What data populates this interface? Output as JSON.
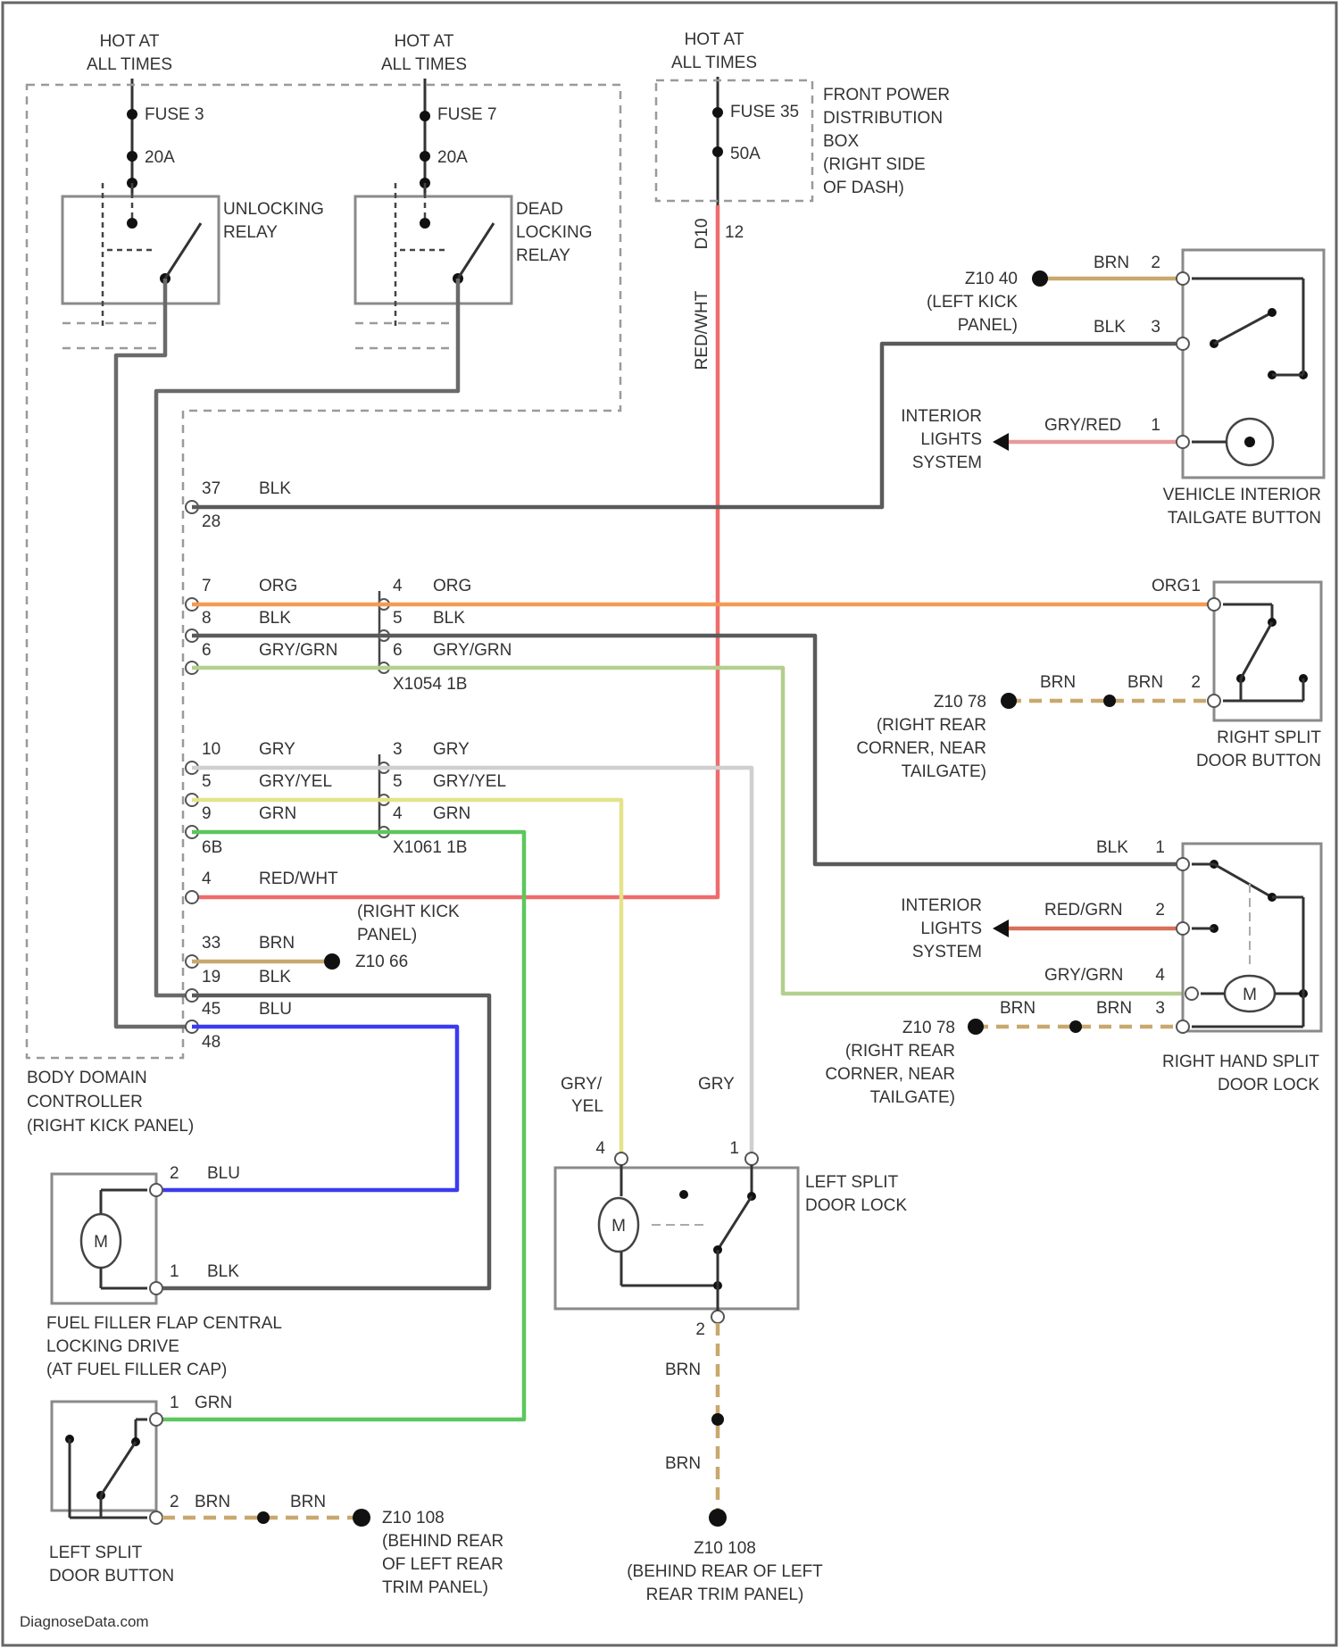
{
  "colors": {
    "BLK": "#5a5a5a",
    "ORG": "#f59a52",
    "GRY_GRN": "#b3cf8f",
    "GRY": "#cfcfcf",
    "GRY_YEL": "#e3e38a",
    "GRN": "#5cc75c",
    "RED_WHT": "#ee6c6c",
    "RED_GRN": "#d9705a",
    "GRY_RED": "#e89a9a",
    "BRN": "#c9a86e",
    "BLU": "#3b3bf0"
  },
  "power": [
    {
      "label": [
        "HOT AT",
        "ALL TIMES"
      ],
      "fuse": "FUSE 3",
      "rating": "20A"
    },
    {
      "label": [
        "HOT AT",
        "ALL TIMES"
      ],
      "fuse": "FUSE 7",
      "rating": "20A"
    },
    {
      "label": [
        "HOT AT",
        "ALL TIMES"
      ],
      "fuse": "FUSE 35",
      "rating": "50A"
    }
  ],
  "ppdb": [
    "FRONT POWER",
    "DISTRIBUTION",
    "BOX",
    "(RIGHT SIDE",
    "OF DASH)"
  ],
  "ppdb_wire": {
    "code": "D10",
    "color": "RED/WHT",
    "pin": "12"
  },
  "relays": [
    {
      "name": [
        "UNLOCKING",
        "RELAY"
      ]
    },
    {
      "name": [
        "DEAD",
        "LOCKING",
        "RELAY"
      ]
    }
  ],
  "bdc": {
    "name": [
      "BODY DOMAIN",
      "CONTROLLER",
      "(RIGHT KICK PANEL)"
    ],
    "pins": [
      {
        "pin": "37",
        "color": "BLK"
      },
      {
        "pin": "28",
        "color": ""
      },
      {
        "pin": "7",
        "color": "ORG"
      },
      {
        "pin": "8",
        "color": "BLK"
      },
      {
        "pin": "6",
        "color": "GRY/GRN"
      },
      {
        "pin": "10",
        "color": "GRY"
      },
      {
        "pin": "5",
        "color": "GRY/YEL"
      },
      {
        "pin": "9",
        "color": "GRN"
      },
      {
        "pin": "6B",
        "color": ""
      },
      {
        "pin": "4",
        "color": "RED/WHT"
      },
      {
        "pin": "33",
        "color": "BRN"
      },
      {
        "pin": "19",
        "color": "BLK"
      },
      {
        "pin": "45",
        "color": "BLU"
      },
      {
        "pin": "48",
        "color": ""
      }
    ],
    "ground": {
      "id": "Z10 66",
      "location": [
        "(RIGHT KICK",
        "PANEL)"
      ]
    }
  },
  "connectors": [
    {
      "id": "X1054 1B",
      "pins": [
        {
          "pin": "4",
          "color": "ORG"
        },
        {
          "pin": "5",
          "color": "BLK"
        },
        {
          "pin": "6",
          "color": "GRY/GRN"
        }
      ]
    },
    {
      "id": "X1061 1B",
      "pins": [
        {
          "pin": "3",
          "color": "GRY"
        },
        {
          "pin": "5",
          "color": "GRY/YEL"
        },
        {
          "pin": "4",
          "color": "GRN"
        }
      ]
    }
  ],
  "tailgate_button": {
    "name": [
      "VEHICLE INTERIOR",
      "TAILGATE BUTTON"
    ],
    "pins": [
      {
        "pin": "2",
        "color": "BRN"
      },
      {
        "pin": "3",
        "color": "BLK"
      },
      {
        "pin": "1",
        "color": "GRY/RED"
      }
    ],
    "ground": {
      "id": "Z10 40",
      "location": [
        "(LEFT KICK",
        "PANEL)"
      ]
    },
    "interior": [
      "INTERIOR",
      "LIGHTS",
      "SYSTEM"
    ]
  },
  "right_split_button": {
    "name": [
      "RIGHT SPLIT",
      "DOOR BUTTON"
    ],
    "pins": [
      {
        "pin": "1",
        "color": "ORG"
      },
      {
        "pin": "2",
        "color": "BRN"
      }
    ],
    "ground": {
      "id": "Z10 78",
      "color": "BRN",
      "location": [
        "(RIGHT REAR",
        "CORNER, NEAR",
        "TAILGATE)"
      ]
    }
  },
  "right_split_lock": {
    "name": [
      "RIGHT HAND SPLIT",
      "DOOR LOCK"
    ],
    "pins": [
      {
        "pin": "1",
        "color": "BLK"
      },
      {
        "pin": "2",
        "color": "RED/GRN"
      },
      {
        "pin": "4",
        "color": "GRY/GRN"
      },
      {
        "pin": "3",
        "color": "BRN"
      }
    ],
    "ground": {
      "id": "Z10 78",
      "color": "BRN",
      "location": [
        "(RIGHT REAR",
        "CORNER, NEAR",
        "TAILGATE)"
      ]
    },
    "interior": [
      "INTERIOR",
      "LIGHTS",
      "SYSTEM"
    ],
    "motor": "M"
  },
  "left_split_lock": {
    "name": [
      "LEFT SPLIT",
      "DOOR LOCK"
    ],
    "pins": [
      {
        "pin": "4"
      },
      {
        "pin": "1"
      },
      {
        "pin": "2"
      }
    ],
    "wire_labels": {
      "gry_yel": [
        "GRY/",
        "YEL"
      ],
      "gry": "GRY",
      "brn1": "BRN",
      "brn2": "BRN"
    },
    "motor": "M",
    "ground": {
      "id": "Z10 108",
      "location": [
        "(BEHIND REAR OF LEFT",
        "REAR TRIM PANEL)"
      ]
    }
  },
  "fuel_flap": {
    "name": [
      "FUEL FILLER FLAP CENTRAL",
      "LOCKING DRIVE",
      "(AT FUEL FILLER CAP)"
    ],
    "pins": [
      {
        "pin": "2",
        "color": "BLU"
      },
      {
        "pin": "1",
        "color": "BLK"
      }
    ],
    "motor": "M"
  },
  "left_split_button": {
    "name": [
      "LEFT SPLIT",
      "DOOR BUTTON"
    ],
    "pins": [
      {
        "pin": "1",
        "color": "GRN"
      },
      {
        "pin": "2",
        "color": "BRN"
      }
    ],
    "ground": {
      "id": "Z10 108",
      "color": "BRN",
      "location": [
        "(BEHIND REAR",
        "OF LEFT REAR",
        "TRIM PANEL)"
      ]
    }
  },
  "watermark": "DiagnoseData.com"
}
